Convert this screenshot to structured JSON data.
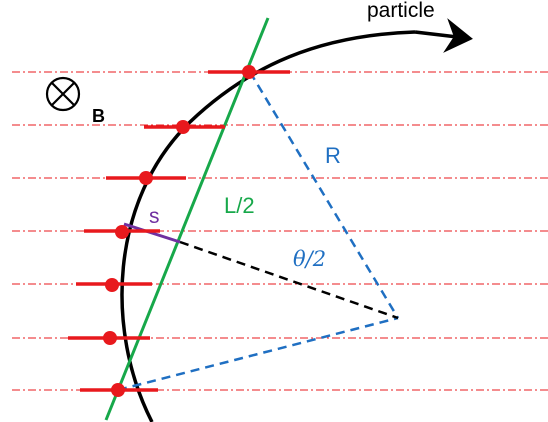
{
  "labels": {
    "particle": "particle",
    "field": "B",
    "radius": "R",
    "half_chord": "L/2",
    "sagitta": "s",
    "half_angle": "θ/2"
  },
  "icons": {
    "field_symbol": "circled-x-into-page-icon"
  },
  "colors": {
    "trajectory": "#000000",
    "detector_layer": "#e8191d",
    "hit": "#e8191d",
    "chord": "#17a84a",
    "radius": "#1f6fc2",
    "bisector": "#000000",
    "sagitta": "#7030a0",
    "label_radius": "#1f6fc2",
    "label_chord": "#17a84a",
    "label_sagitta": "#7030a0",
    "label_angle": "#1f6fc2"
  },
  "detector": {
    "layer_count": 7
  }
}
